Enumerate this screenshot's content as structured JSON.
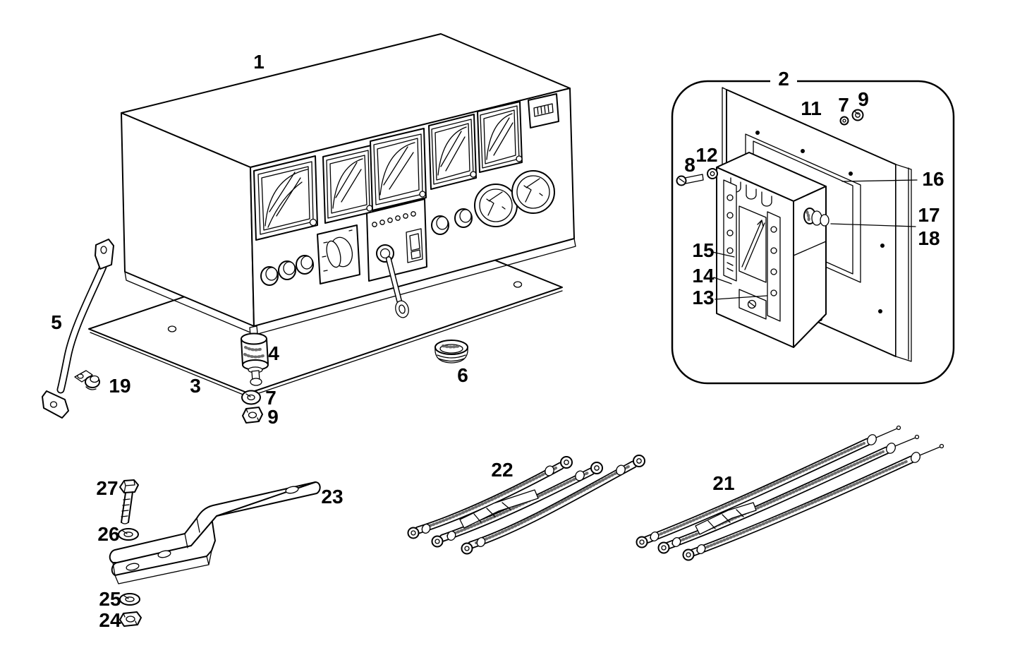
{
  "figure": {
    "colors": {
      "line": "#000000",
      "background": "#ffffff"
    },
    "callouts": {
      "c1": {
        "label": "1"
      },
      "c2": {
        "label": "2"
      },
      "c3": {
        "label": "3"
      },
      "c4": {
        "label": "4"
      },
      "c5": {
        "label": "5"
      },
      "c6": {
        "label": "6"
      },
      "c7a": {
        "label": "7"
      },
      "c9a": {
        "label": "9"
      },
      "c19": {
        "label": "19"
      },
      "c11": {
        "label": "11"
      },
      "c7b": {
        "label": "7"
      },
      "c9b": {
        "label": "9"
      },
      "c8": {
        "label": "8"
      },
      "c12": {
        "label": "12"
      },
      "c16": {
        "label": "16"
      },
      "c17": {
        "label": "17"
      },
      "c18": {
        "label": "18"
      },
      "c15": {
        "label": "15"
      },
      "c14": {
        "label": "14"
      },
      "c13": {
        "label": "13"
      },
      "c21": {
        "label": "21"
      },
      "c22": {
        "label": "22"
      },
      "c23": {
        "label": "23"
      },
      "c24": {
        "label": "24"
      },
      "c25": {
        "label": "25"
      },
      "c26": {
        "label": "26"
      },
      "c27": {
        "label": "27"
      }
    }
  }
}
